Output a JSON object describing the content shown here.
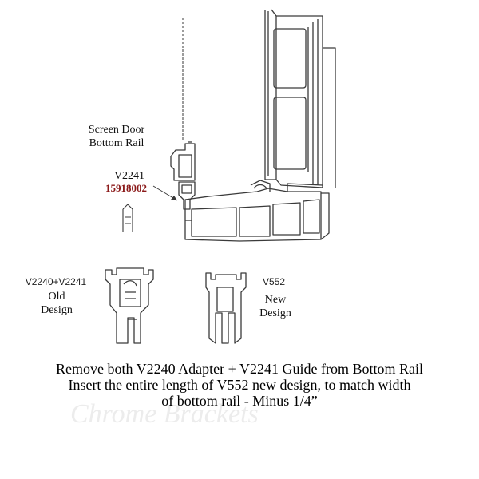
{
  "labels": {
    "screen_door": [
      "Screen Door",
      "Bottom Rail"
    ],
    "v2241": "V2241",
    "part_number": "15918002",
    "old_part": "V2240+V2241",
    "old_design": [
      "Old",
      "Design"
    ],
    "new_part": "V552",
    "new_design": [
      "New",
      "Design"
    ]
  },
  "caption": [
    "Remove both V2240 Adapter + V2241 Guide from Bottom Rail",
    "Insert the entire length of  V552 new design, to match width",
    "of bottom rail - Minus 1/4”"
  ],
  "colors": {
    "line": "#3a3a3a",
    "part_number": "#8b1a1a",
    "watermark": "#e6e6e6"
  }
}
